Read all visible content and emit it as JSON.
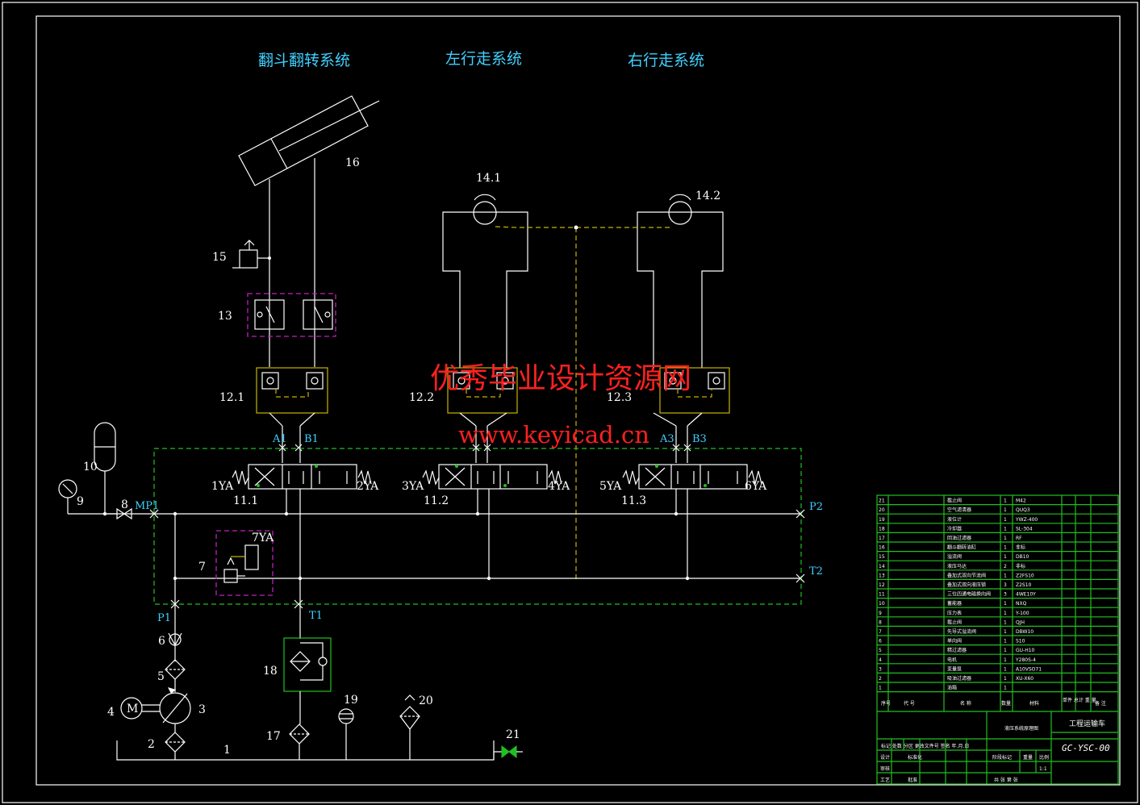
{
  "titles": {
    "dump": "翻斗翻转系统",
    "left": "左行走系统",
    "right": "右行走系统"
  },
  "watermark": {
    "line1": "优秀毕业设计资源网",
    "line2": "www.keyicad.cn"
  },
  "labels": {
    "n1": "1",
    "n2": "2",
    "n3": "3",
    "n4": "4",
    "n5": "5",
    "n6": "6",
    "n7": "7",
    "n8": "8",
    "n9": "9",
    "n10": "10",
    "n11_1": "11.1",
    "n11_2": "11.2",
    "n11_3": "11.3",
    "n12_1": "12.1",
    "n12_2": "12.2",
    "n12_3": "12.3",
    "n13": "13",
    "n14_1": "14.1",
    "n14_2": "14.2",
    "n15": "15",
    "n16": "16",
    "n17": "17",
    "n18": "18",
    "n19": "19",
    "n20": "20",
    "n21": "21",
    "motor": "M"
  },
  "ports": {
    "a1": "A1",
    "b1": "B1",
    "a3": "A3",
    "b3": "B3",
    "p1": "P1",
    "t1": "T1",
    "p2": "P2",
    "t2": "T2",
    "mp1": "MP1"
  },
  "solenoids": {
    "y1": "1YA",
    "y2": "2YA",
    "y3": "3YA",
    "y4": "4YA",
    "y5": "5YA",
    "y6": "6YA",
    "y7": "7YA"
  },
  "colors": {
    "line": "#ffffff",
    "title": "#40d0ff",
    "pilot": "#c8b400",
    "green_box": "#20c020",
    "magenta_box": "#c020c0",
    "watermark": "#ff2020"
  },
  "title_block": {
    "rows": [
      {
        "no": "21",
        "name": "截止阀",
        "qty": "1",
        "spec": "M42"
      },
      {
        "no": "20",
        "name": "空气滤清器",
        "qty": "1",
        "spec": "QUQ3"
      },
      {
        "no": "19",
        "name": "液位计",
        "qty": "1",
        "spec": "YWZ-400"
      },
      {
        "no": "18",
        "name": "冷却器",
        "qty": "1",
        "spec": "SL-304"
      },
      {
        "no": "17",
        "name": "回油过滤器",
        "qty": "1",
        "spec": "RF"
      },
      {
        "no": "16",
        "name": "翻斗翻转油缸",
        "qty": "1",
        "spec": "非标"
      },
      {
        "no": "15",
        "name": "溢流阀",
        "qty": "1",
        "spec": "DB10"
      },
      {
        "no": "14",
        "name": "液压马达",
        "qty": "2",
        "spec": "非标"
      },
      {
        "no": "13",
        "name": "叠加式双向节流阀",
        "qty": "1",
        "spec": "Z2FS10"
      },
      {
        "no": "12",
        "name": "叠加式双向液压锁",
        "qty": "3",
        "spec": "Z2S10"
      },
      {
        "no": "11",
        "name": "三位四通电磁换向阀",
        "qty": "3",
        "spec": "4WE10Y"
      },
      {
        "no": "10",
        "name": "蓄能器",
        "qty": "1",
        "spec": "NXQ"
      },
      {
        "no": "9",
        "name": "压力表",
        "qty": "1",
        "spec": "Y-100"
      },
      {
        "no": "8",
        "name": "截止阀",
        "qty": "1",
        "spec": "QJH"
      },
      {
        "no": "7",
        "name": "先导式溢流阀",
        "qty": "1",
        "spec": "DBW10"
      },
      {
        "no": "6",
        "name": "单向阀",
        "qty": "1",
        "spec": "S10"
      },
      {
        "no": "5",
        "name": "精过滤器",
        "qty": "1",
        "spec": "GU-H10"
      },
      {
        "no": "4",
        "name": "电机",
        "qty": "1",
        "spec": "Y280S-4"
      },
      {
        "no": "3",
        "name": "变量泵",
        "qty": "1",
        "spec": "A10VSO71"
      },
      {
        "no": "2",
        "name": "吸油过滤器",
        "qty": "1",
        "spec": "XU-X60"
      },
      {
        "no": "1",
        "name": "油箱",
        "qty": "1",
        "spec": ""
      }
    ],
    "header": {
      "no": "序号",
      "code": "代 号",
      "name": "名 称",
      "qty": "数量",
      "material": "材料",
      "weight": "单件 总计 重 量",
      "remark": "备 注"
    },
    "drawing_title": "液压系统原理图",
    "product": "工程运输车",
    "code": "GC-YSC-00",
    "stage": "阶段标记",
    "weight": "重量",
    "scale": "比例",
    "scale_val": "1:1",
    "sheets": "共 张 第 张",
    "sign_row": "标记 处数 分区 更改文件号 签名 年.月.日",
    "design": "设计",
    "std": "标准化",
    "check": "审核",
    "process": "工艺",
    "approve": "批准"
  }
}
